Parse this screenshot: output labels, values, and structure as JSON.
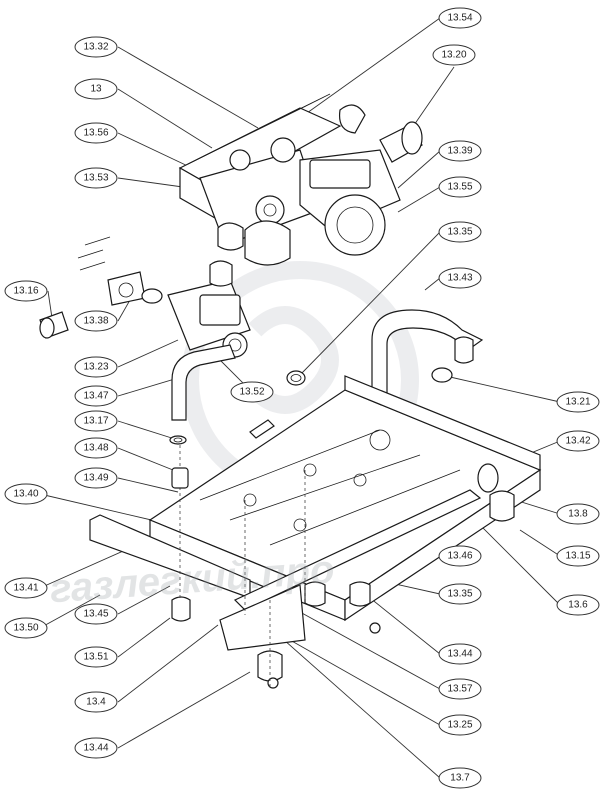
{
  "watermark_text": "газлегкий.про",
  "callouts": [
    {
      "id": "13.54",
      "label": "13.54"
    },
    {
      "id": "13.32",
      "label": "13.32"
    },
    {
      "id": "13.20",
      "label": "13.20"
    },
    {
      "id": "13",
      "label": "13"
    },
    {
      "id": "13.56",
      "label": "13.56"
    },
    {
      "id": "13.39",
      "label": "13.39"
    },
    {
      "id": "13.53",
      "label": "13.53"
    },
    {
      "id": "13.55",
      "label": "13.55"
    },
    {
      "id": "13.35a",
      "label": "13.35"
    },
    {
      "id": "13.43",
      "label": "13.43"
    },
    {
      "id": "13.16",
      "label": "13.16"
    },
    {
      "id": "13.38",
      "label": "13.38"
    },
    {
      "id": "13.23",
      "label": "13.23"
    },
    {
      "id": "13.52",
      "label": "13.52"
    },
    {
      "id": "13.47",
      "label": "13.47"
    },
    {
      "id": "13.21",
      "label": "13.21"
    },
    {
      "id": "13.17",
      "label": "13.17"
    },
    {
      "id": "13.42",
      "label": "13.42"
    },
    {
      "id": "13.48",
      "label": "13.48"
    },
    {
      "id": "13.49",
      "label": "13.49"
    },
    {
      "id": "13.8",
      "label": "13.8"
    },
    {
      "id": "13.40",
      "label": "13.40"
    },
    {
      "id": "13.15",
      "label": "13.15"
    },
    {
      "id": "13.41",
      "label": "13.41"
    },
    {
      "id": "13.46",
      "label": "13.46"
    },
    {
      "id": "13.35b",
      "label": "13.35"
    },
    {
      "id": "13.6",
      "label": "13.6"
    },
    {
      "id": "13.50",
      "label": "13.50"
    },
    {
      "id": "13.45",
      "label": "13.45"
    },
    {
      "id": "13.44a",
      "label": "13.44"
    },
    {
      "id": "13.51",
      "label": "13.51"
    },
    {
      "id": "13.57",
      "label": "13.57"
    },
    {
      "id": "13.4",
      "label": "13.4"
    },
    {
      "id": "13.25",
      "label": "13.25"
    },
    {
      "id": "13.44b",
      "label": "13.44"
    },
    {
      "id": "13.7",
      "label": "13.7"
    }
  ]
}
